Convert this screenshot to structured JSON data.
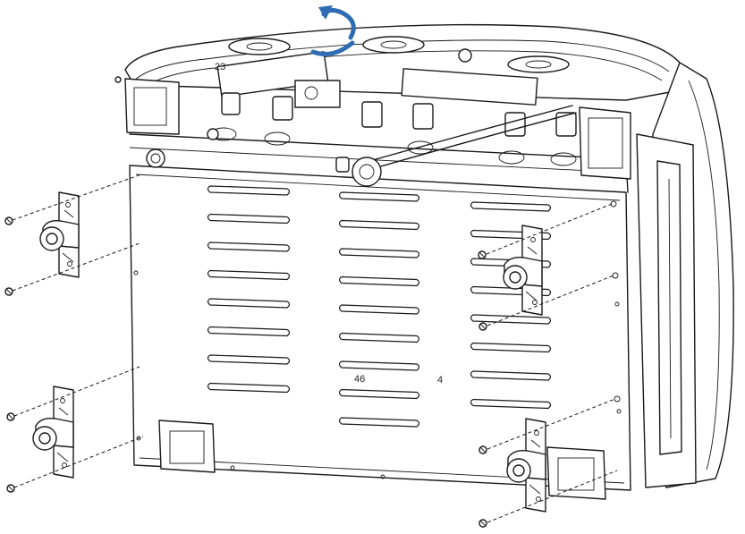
{
  "callouts": {
    "top_label": "23",
    "panel_label_left": "46",
    "panel_label_right": "4"
  },
  "colors": {
    "arrow": "#2e6db4",
    "line": "#1a1a1a",
    "background": "#ffffff"
  },
  "icons": {
    "rotation_arrow": "curved-arrow-icon",
    "bracket": "mounting-bracket-icon",
    "screw": "screw-icon"
  }
}
